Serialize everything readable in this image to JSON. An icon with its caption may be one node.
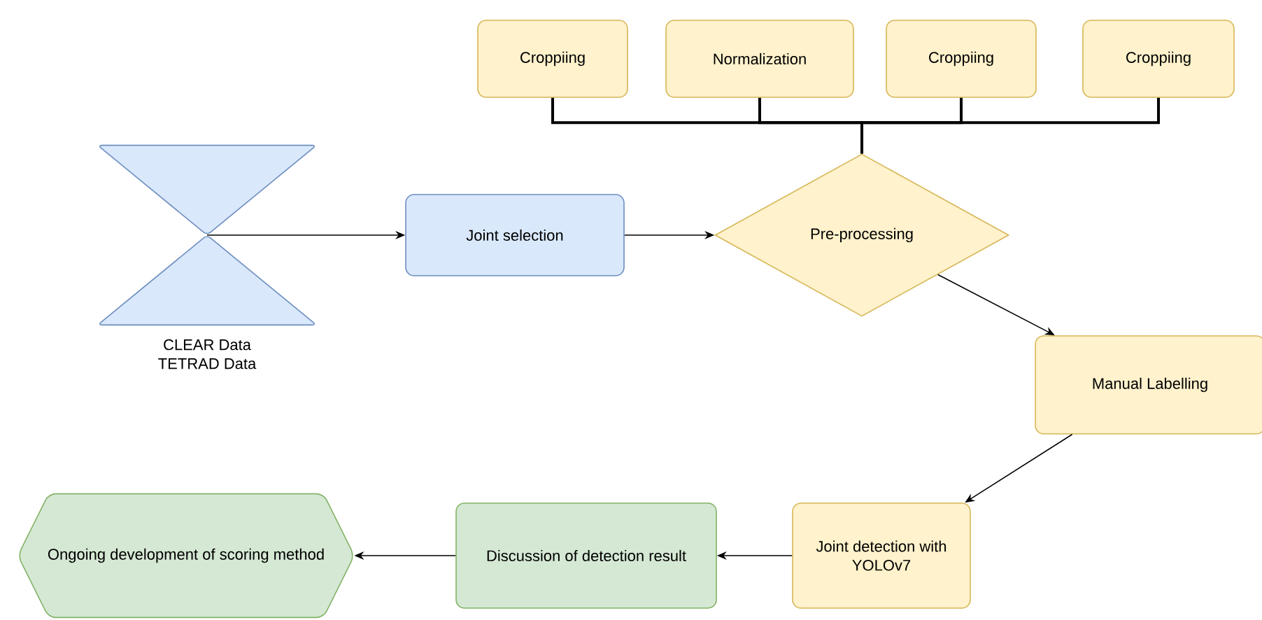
{
  "diagram": {
    "nodes": [
      {
        "text": [
          "Croppiing"
        ]
      },
      {
        "text": [
          "Normalization"
        ]
      },
      {
        "text": [
          "Croppiing"
        ]
      },
      {
        "text": [
          "Croppiing"
        ]
      },
      {
        "text": [
          "CLEAR Data TETRAD Data"
        ]
      },
      {
        "text": [
          "Joint selection"
        ]
      },
      {
        "text": [
          "Pre-processing"
        ]
      },
      {
        "text": [
          "Manual Labelling"
        ]
      },
      {
        "text": [
          "Joint detection with YOLOv7"
        ]
      },
      {
        "text": [
          "Discussion of detection result"
        ]
      },
      {
        "text": [
          "Ongoing development of scoring method"
        ]
      }
    ],
    "edges": [
      {
        "from": 0,
        "to": 6,
        "arrow": "none"
      },
      {
        "from": 1,
        "to": 6,
        "arrow": "none"
      },
      {
        "from": 2,
        "to": 6,
        "arrow": "none"
      },
      {
        "from": 3,
        "to": 6,
        "arrow": "none"
      },
      {
        "from": 4,
        "to": 5,
        "arrow": "to"
      },
      {
        "from": 5,
        "to": 6,
        "arrow": "to"
      },
      {
        "from": 6,
        "to": 7,
        "arrow": "to"
      },
      {
        "from": 7,
        "to": 8,
        "arrow": "to"
      },
      {
        "from": 8,
        "to": 9,
        "arrow": "to"
      },
      {
        "from": 9,
        "to": 10,
        "arrow": "to"
      }
    ]
  }
}
